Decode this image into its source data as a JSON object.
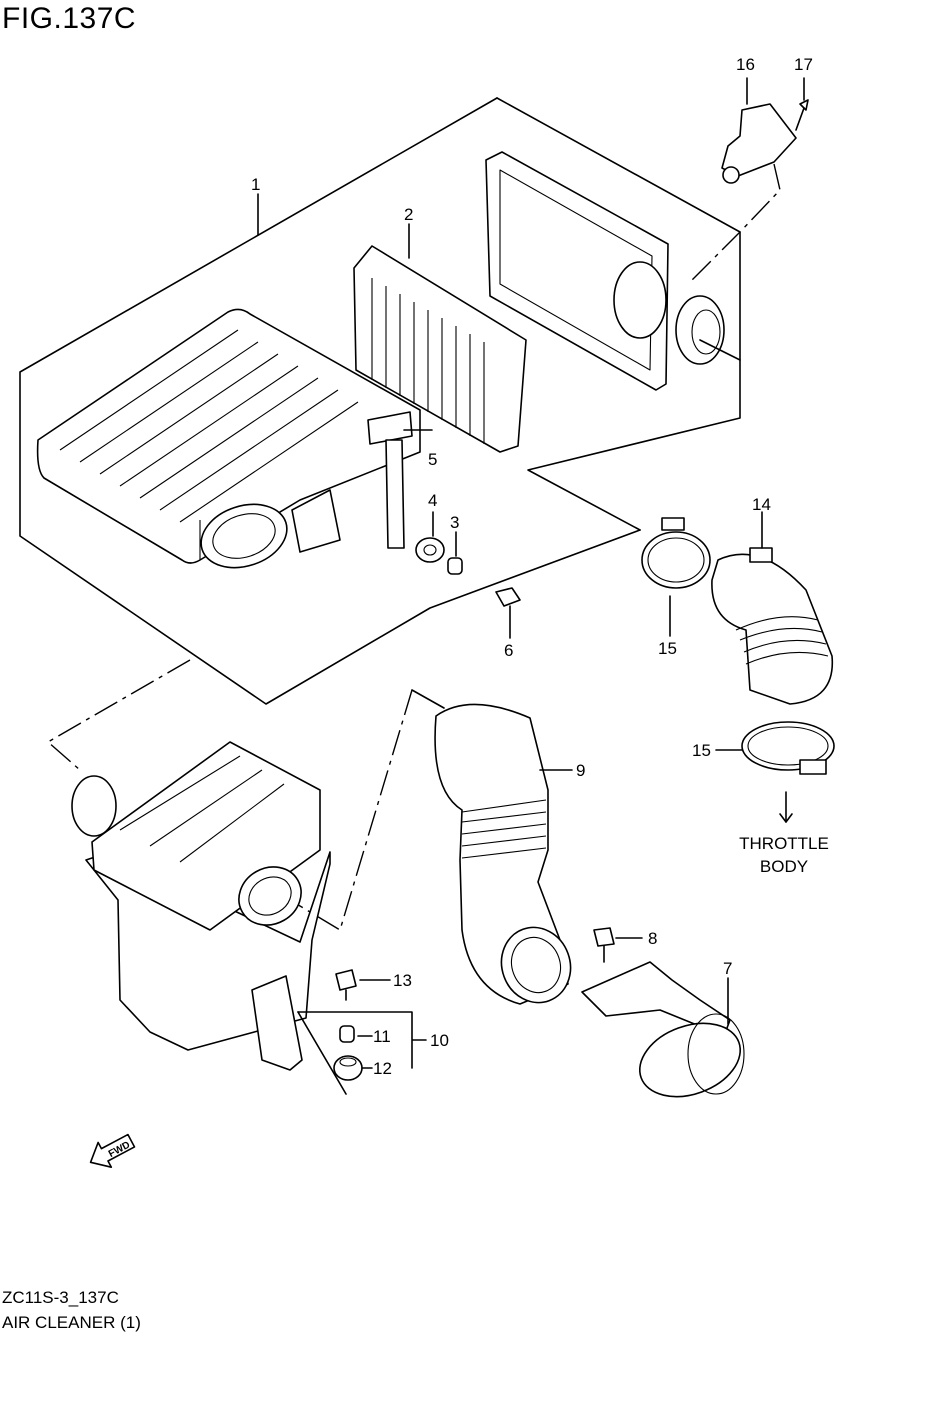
{
  "figure": {
    "title": "FIG.137C",
    "code": "ZC11S-3_137C",
    "name": "AIR CLEANER (1)"
  },
  "callouts": {
    "p1": "1",
    "p2": "2",
    "p3": "3",
    "p4": "4",
    "p5": "5",
    "p6": "6",
    "p7": "7",
    "p8": "8",
    "p9": "9",
    "p10": "10",
    "p11": "11",
    "p12": "12",
    "p13": "13",
    "p14": "14",
    "p15a": "15",
    "p15b": "15",
    "p16": "16",
    "p17": "17"
  },
  "notes": {
    "throttle_line1": "THROTTLE",
    "throttle_line2": "BODY"
  },
  "fwd_marker": "FWD"
}
